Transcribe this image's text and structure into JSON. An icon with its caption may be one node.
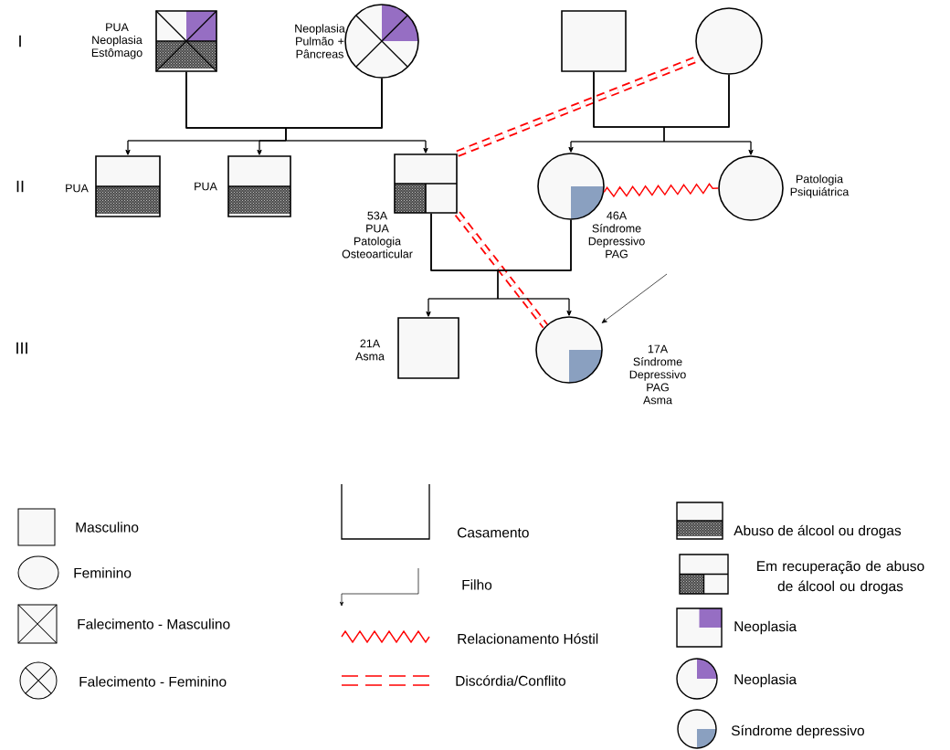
{
  "diagram": {
    "nodes": [
      {
        "text": [],
        "shape": "box",
        "beside": [
          "PUA",
          "Neoplasia Estômago"
        ]
      },
      {
        "text": [],
        "shape": "circle",
        "beside": [
          "Neoplasia Pulmão + Pâncreas"
        ]
      },
      {
        "text": [],
        "shape": "box"
      },
      {
        "text": [],
        "shape": "circle"
      },
      {
        "text": [],
        "shape": "box",
        "beside": [
          "PUA"
        ]
      },
      {
        "text": [],
        "shape": "box",
        "beside": [
          "PUA"
        ]
      },
      {
        "text": [],
        "shape": "box",
        "beside": [
          "53A",
          "PUA",
          "Patologia Osteoarticular"
        ]
      },
      {
        "text": [],
        "shape": "circle",
        "beside": [
          "46A",
          "Síndrome Depressivo",
          "PAG"
        ]
      },
      {
        "text": [],
        "shape": "circle",
        "beside": [
          "Patologia Psiquiátrica"
        ]
      },
      {
        "text": [],
        "shape": "box",
        "beside": [
          "21A",
          "Asma"
        ]
      },
      {
        "text": [],
        "shape": "circle",
        "beside": [
          "17A",
          "Síndrome Depressivo",
          "PAG",
          "Asma"
        ]
      }
    ],
    "edges": [
      {
        "from": 0,
        "to": 1,
        "arrow": "none"
      },
      {
        "from": 0,
        "to": 4,
        "arrow": "to"
      },
      {
        "from": 0,
        "to": 5,
        "arrow": "to"
      },
      {
        "from": 0,
        "to": 6,
        "arrow": "to"
      },
      {
        "from": 1,
        "to": 4,
        "arrow": "to"
      },
      {
        "from": 1,
        "to": 5,
        "arrow": "to"
      },
      {
        "from": 1,
        "to": 6,
        "arrow": "to"
      },
      {
        "from": 2,
        "to": 3,
        "arrow": "none"
      },
      {
        "from": 2,
        "to": 7,
        "arrow": "to"
      },
      {
        "from": 2,
        "to": 8,
        "arrow": "to"
      },
      {
        "from": 3,
        "to": 7,
        "arrow": "to"
      },
      {
        "from": 3,
        "to": 8,
        "arrow": "to"
      },
      {
        "from": 6,
        "to": 7,
        "arrow": "none"
      },
      {
        "from": 6,
        "to": 9,
        "arrow": "to"
      },
      {
        "from": 6,
        "to": 10,
        "arrow": "to"
      },
      {
        "from": 7,
        "to": 9,
        "arrow": "to"
      },
      {
        "from": 7,
        "to": 10,
        "arrow": "to"
      },
      {
        "from": 6,
        "to": 3,
        "arrow": "none",
        "style": "dashed",
        "color": "#ff0000"
      },
      {
        "from": 7,
        "to": 8,
        "arrow": "none",
        "color": "#ff0000"
      },
      {
        "from": 6,
        "to": 10,
        "arrow": "none",
        "style": "dashed",
        "color": "#ff0000"
      },
      {
        "from": null,
        "to": 10,
        "arrow": "to"
      }
    ],
    "labels": [
      "I",
      "II",
      "III"
    ],
    "legend": [
      {
        "text": "Masculino"
      },
      {
        "text": "Feminino"
      },
      {
        "text": "Falecimento - Masculino"
      },
      {
        "text": "Falecimento - Feminino"
      },
      {
        "text": "Casamento"
      },
      {
        "text": "Filho"
      },
      {
        "text": "Relacionamento Hóstil"
      },
      {
        "text": "Discórdia/Conflito"
      },
      {
        "text": "Abuso de álcool ou drogas"
      },
      {
        "text": "Em recuperação de abuso de álcool ou drogas"
      },
      {
        "text": "Neoplasia"
      },
      {
        "text": "Neoplasia"
      },
      {
        "text": "Síndrome depressivo"
      }
    ]
  }
}
